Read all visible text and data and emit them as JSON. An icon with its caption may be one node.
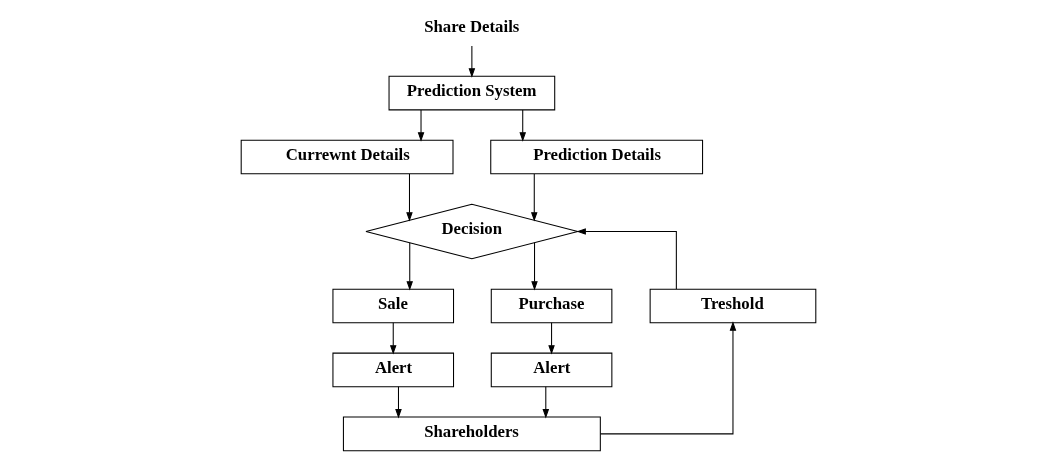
{
  "diagram": {
    "nodes": [
      {
        "text": [
          "Share Details"
        ]
      },
      {
        "text": [
          "Prediction System"
        ]
      },
      {
        "text": [
          "Currewnt Details"
        ]
      },
      {
        "text": [
          "Prediction Details"
        ]
      },
      {
        "text": [
          "Decision"
        ]
      },
      {
        "text": [
          "Sale"
        ]
      },
      {
        "text": [
          "Purchase"
        ]
      },
      {
        "text": [
          "Treshold"
        ]
      },
      {
        "text": [
          "Alert"
        ]
      },
      {
        "text": [
          "Alert"
        ]
      },
      {
        "text": [
          "Shareholders"
        ]
      }
    ],
    "edges": [
      {
        "from": 0,
        "to": 1,
        "arrow": "to"
      },
      {
        "from": 1,
        "to": 2,
        "arrow": "to"
      },
      {
        "from": 1,
        "to": 3,
        "arrow": "to"
      },
      {
        "from": 2,
        "to": 4,
        "arrow": "to"
      },
      {
        "from": 3,
        "to": 4,
        "arrow": "to"
      },
      {
        "from": 4,
        "to": 5,
        "arrow": "to"
      },
      {
        "from": 4,
        "to": 6,
        "arrow": "to"
      },
      {
        "from": 5,
        "to": 8,
        "arrow": "to"
      },
      {
        "from": 6,
        "to": 9,
        "arrow": "to"
      },
      {
        "from": 8,
        "to": 10,
        "arrow": "to"
      },
      {
        "from": 9,
        "to": 10,
        "arrow": "to"
      },
      {
        "from": 10,
        "to": 7,
        "arrow": "to"
      },
      {
        "from": 7,
        "to": 4,
        "arrow": "to"
      }
    ]
  }
}
